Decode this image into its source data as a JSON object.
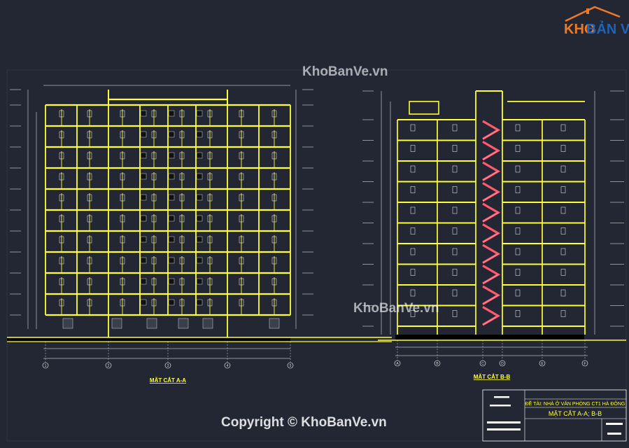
{
  "watermarks": {
    "top": "KhoBanVe.vn",
    "middle": "KhoBanVe.vn",
    "copyright": "Copyright © KhoBanVe.vn"
  },
  "logo": {
    "part1": "KHO",
    "part2": "BẢN VẼ"
  },
  "sections": {
    "a": {
      "title": "MẶT CẮT A-A",
      "axis_labels": [
        "1",
        "2",
        "3",
        "4",
        "5"
      ]
    },
    "b": {
      "title": "MẶT CẮT B-B",
      "axis_labels": [
        "A",
        "B",
        "C",
        "D",
        "E",
        "F"
      ]
    }
  },
  "title_block": {
    "project": "ĐỀ TÀI: NHÀ Ở VĂN PHÒNG CT1 HÀ ĐÔNG",
    "sheet_title": "MẶT CẮT A-A; B-B"
  },
  "colors": {
    "background": "#222733",
    "structure": "#ffff33",
    "stair": "#ff5a6e",
    "lines": "#ffffff",
    "ground": "#000000"
  },
  "floors": 10
}
